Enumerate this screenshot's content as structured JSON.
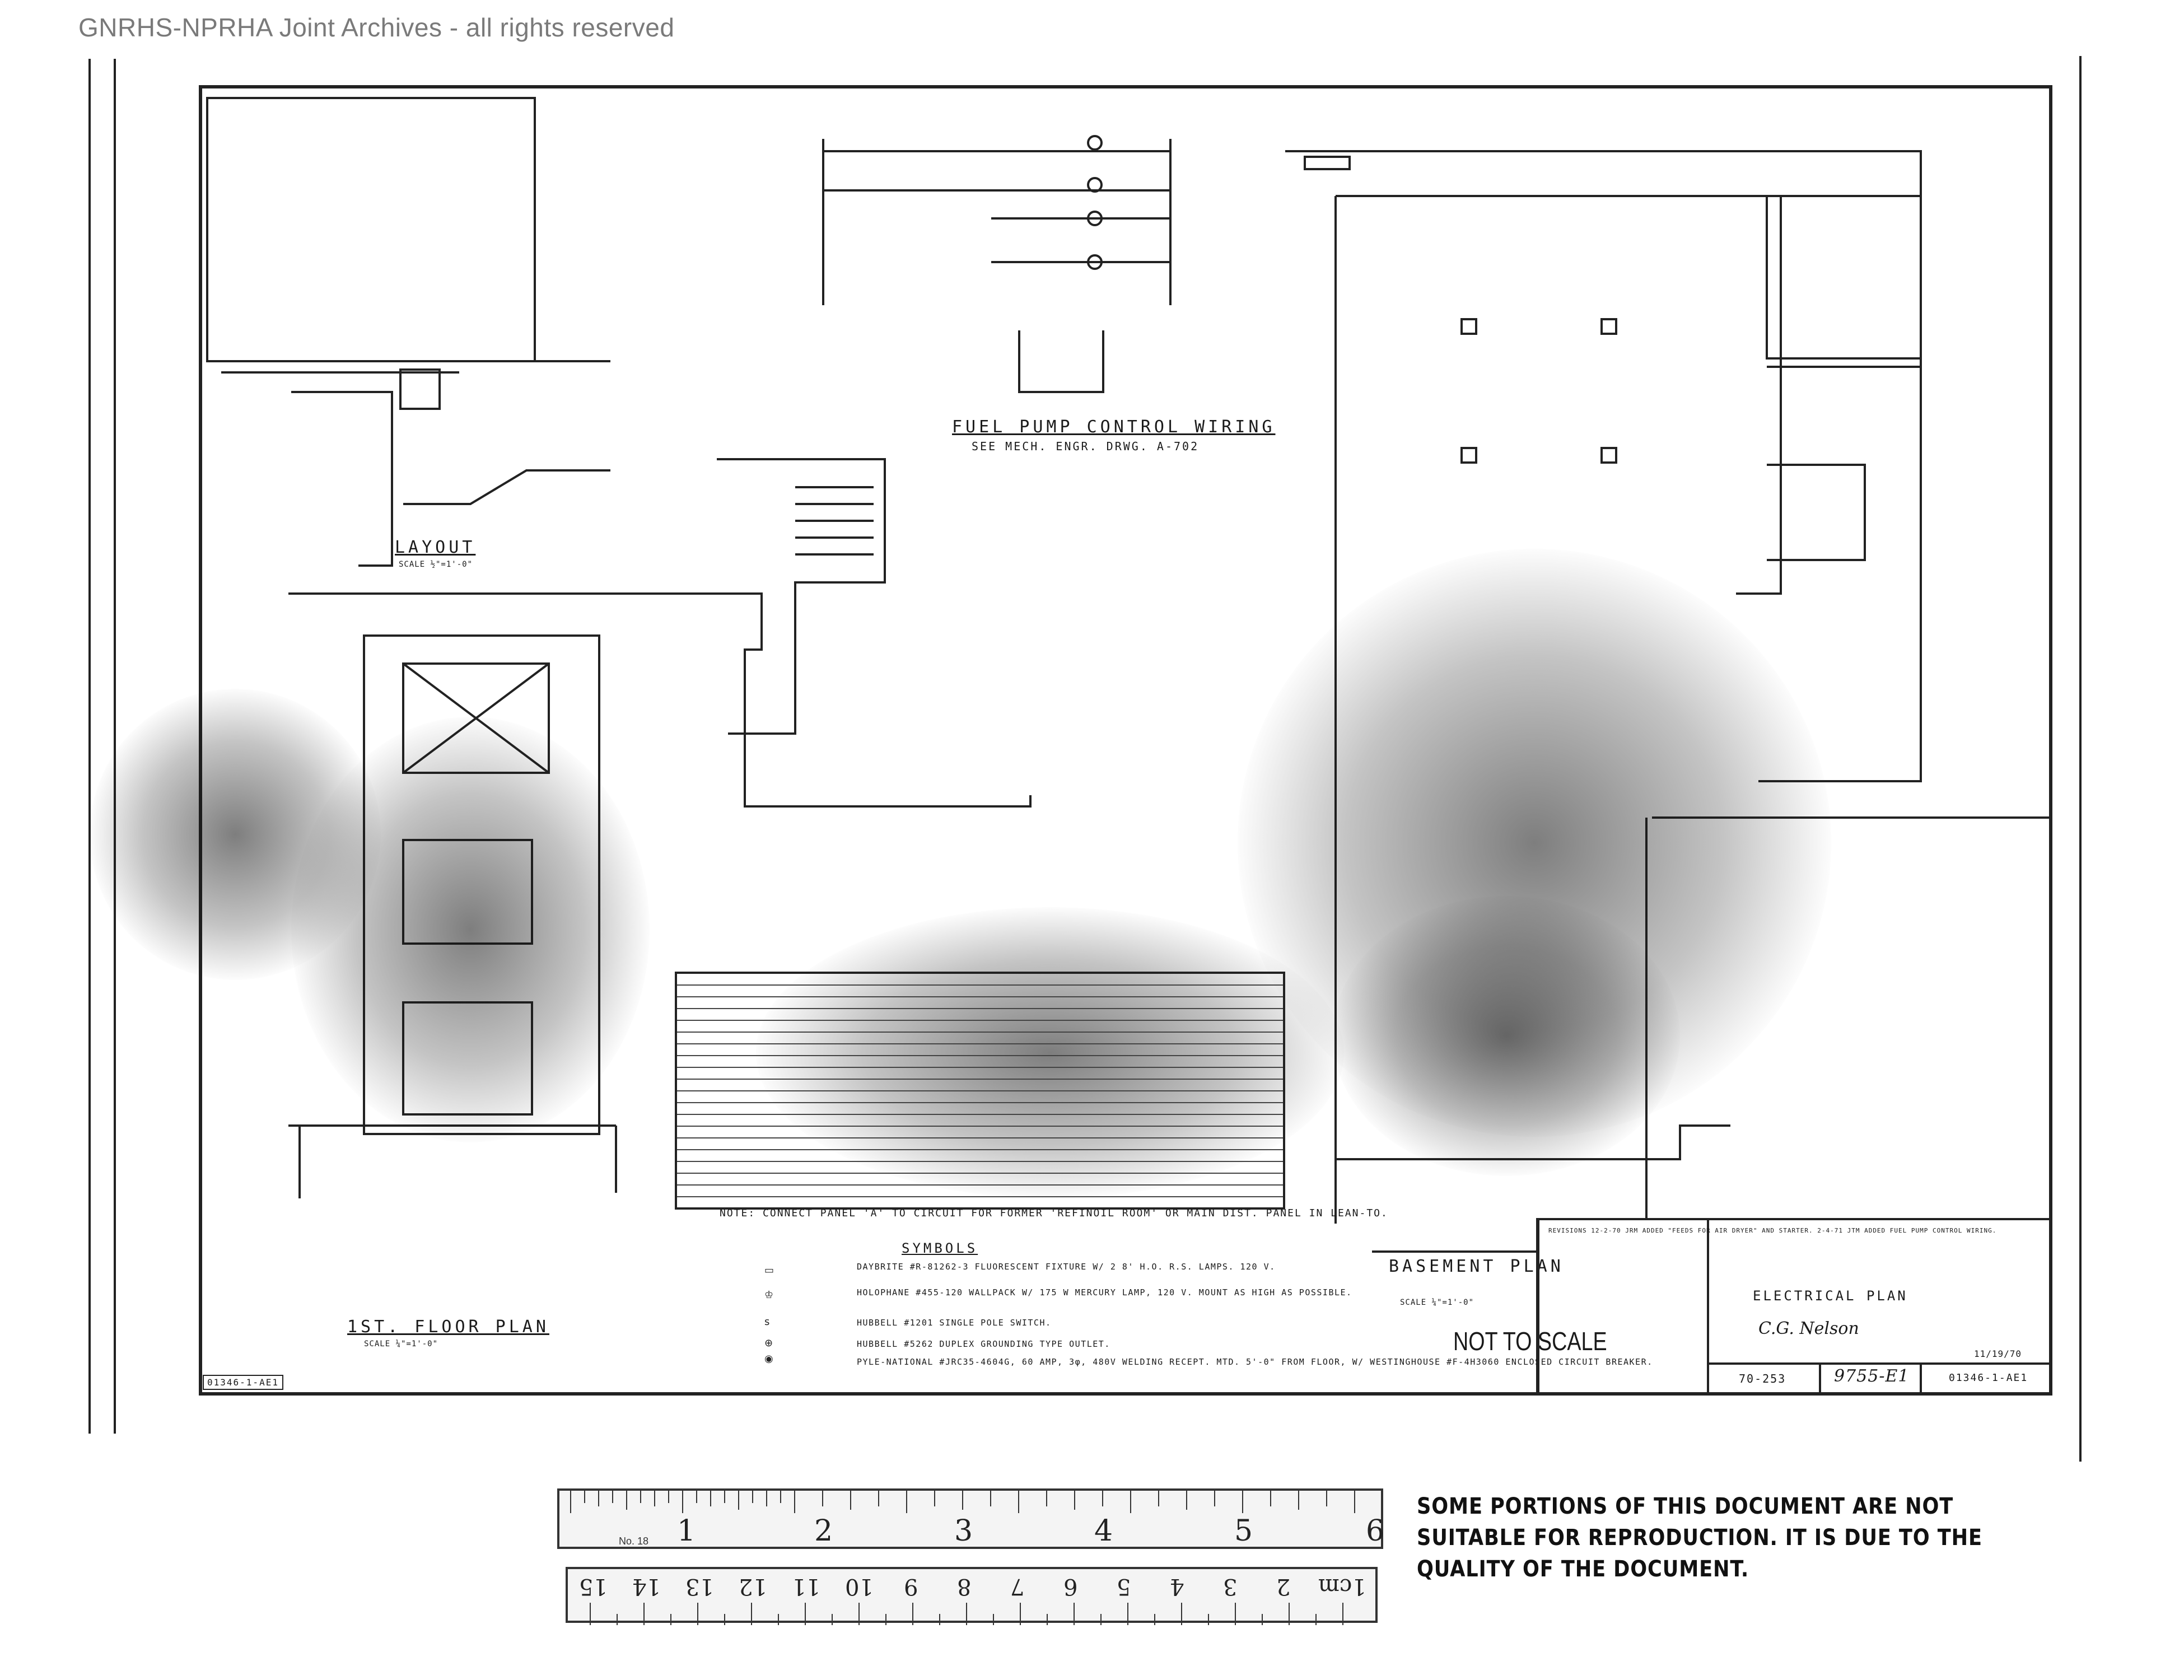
{
  "watermark": "GNRHS-NPRHA Joint Archives - all rights reserved",
  "drawing": {
    "fuel_pump_title": "FUEL PUMP CONTROL WIRING",
    "fuel_pump_ref": "SEE MECH. ENGR. DRWG. A-702",
    "layout_title": "LAYOUT",
    "layout_scale": "SCALE ½\"=1'-0\"",
    "first_floor_title": "1ST. FLOOR PLAN",
    "first_floor_scale": "SCALE ¼\"=1'-0\"",
    "basement_title": "BASEMENT PLAN",
    "basement_scale": "SCALE ¼\"=1'-0\"",
    "not_to_scale": "NOT TO SCALE",
    "sheet_ref": "01346-1-AE1",
    "note": "NOTE: CONNECT PANEL 'A' TO CIRCUIT FOR FORMER 'REFINOIL ROOM' OR MAIN DIST. PANEL IN LEAN-TO."
  },
  "symbols": {
    "title": "SYMBOLS",
    "items": [
      {
        "icon": "rectangle",
        "text": "DAYBRITE #R-81262-3 FLUORESCENT FIXTURE W/ 2 8' H.O. R.S. LAMPS. 120 V."
      },
      {
        "icon": "wallpack",
        "text": "HOLOPHANE #455-120 WALLPACK W/ 175 W MERCURY LAMP, 120 V. MOUNT AS HIGH AS POSSIBLE."
      },
      {
        "icon": "s",
        "text": "HUBBELL #1201 SINGLE POLE SWITCH."
      },
      {
        "icon": "duplex",
        "text": "HUBBELL #5262 DUPLEX GROUNDING TYPE OUTLET."
      },
      {
        "icon": "welding",
        "text": "PYLE-NATIONAL #JRC35-4604G, 60 AMP, 3φ, 480V WELDING RECEPT. MTD. 5'-0\" FROM FLOOR, W/ WESTINGHOUSE #F-4H3060 ENCLOSED CIRCUIT BREAKER."
      }
    ]
  },
  "title_block": {
    "revisions": "REVISIONS 12-2-70 JRM ADDED \"FEEDS FOR AIR DRYER\" AND STARTER. 2-4-71 JTM ADDED FUEL PUMP CONTROL WIRING.",
    "title": "ELECTRICAL PLAN",
    "engineer": "C.G. Nelson",
    "date": "11/19/70",
    "job_no": "70-253",
    "drawing_no": "9755-E1",
    "sheet": "01346-1-AE1"
  },
  "ruler": {
    "inches": [
      "1",
      "2",
      "3",
      "4",
      "5",
      "6"
    ],
    "centimeters": [
      "1cm",
      "2",
      "3",
      "4",
      "5",
      "6",
      "7",
      "8",
      "9",
      "10",
      "11",
      "12",
      "13",
      "14",
      "15"
    ],
    "label": "No. 18"
  },
  "warning": "SOME PORTIONS OF THIS DOCUMENT ARE NOT SUITABLE FOR REPRODUCTION. IT IS DUE TO THE QUALITY OF THE DOCUMENT."
}
